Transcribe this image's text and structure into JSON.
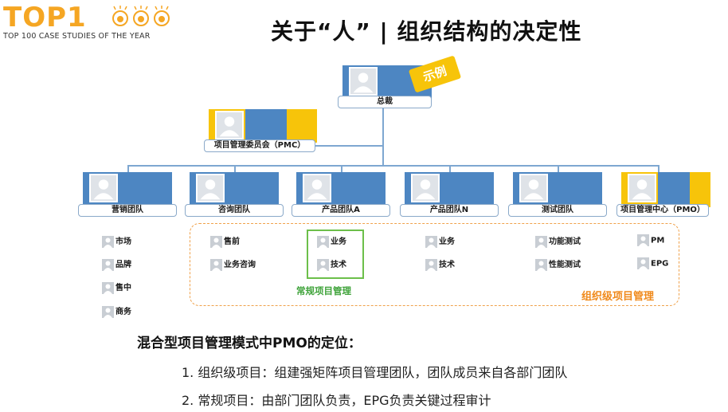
{
  "logo": {
    "text": "TOP1",
    "tagline": "TOP 100 CASE STUDIES OF THE YEAR"
  },
  "title": "关于“人” | 组织结构的决定性",
  "badge": "示例",
  "org": {
    "ceo": "总裁",
    "pmc": "项目管理委员会（PMC）",
    "teams": [
      "营销团队",
      "咨询团队",
      "产品团队A",
      "产品团队N",
      "测试团队",
      "项目管理中心（PMO）"
    ]
  },
  "members": {
    "marketing": [
      "市场",
      "品牌",
      "售中",
      "商务"
    ],
    "consulting": [
      "售前",
      "业务咨询"
    ],
    "product_a": [
      "业务",
      "技术"
    ],
    "product_n": [
      "业务",
      "技术"
    ],
    "testing": [
      "功能测试",
      "性能测试"
    ],
    "pmo": [
      "PM",
      "EPG"
    ]
  },
  "regular_pm_label": "常规项目管理",
  "org_pm_label": "组织级项目管理",
  "positioning": {
    "heading": "混合型项目管理模式中PMO的定位：",
    "items": [
      "1. 组织级项目：组建强矩阵项目管理团队，团队成员来自各部门团队",
      "2. 常规项目：由部门团队负责，EPG负责关键过程审计"
    ]
  },
  "colors": {
    "blue": "#4d86c2",
    "yellow": "#f7c40a",
    "green": "#6cbf4a",
    "orange": "#f08a1c",
    "logo": "#f5a623"
  }
}
